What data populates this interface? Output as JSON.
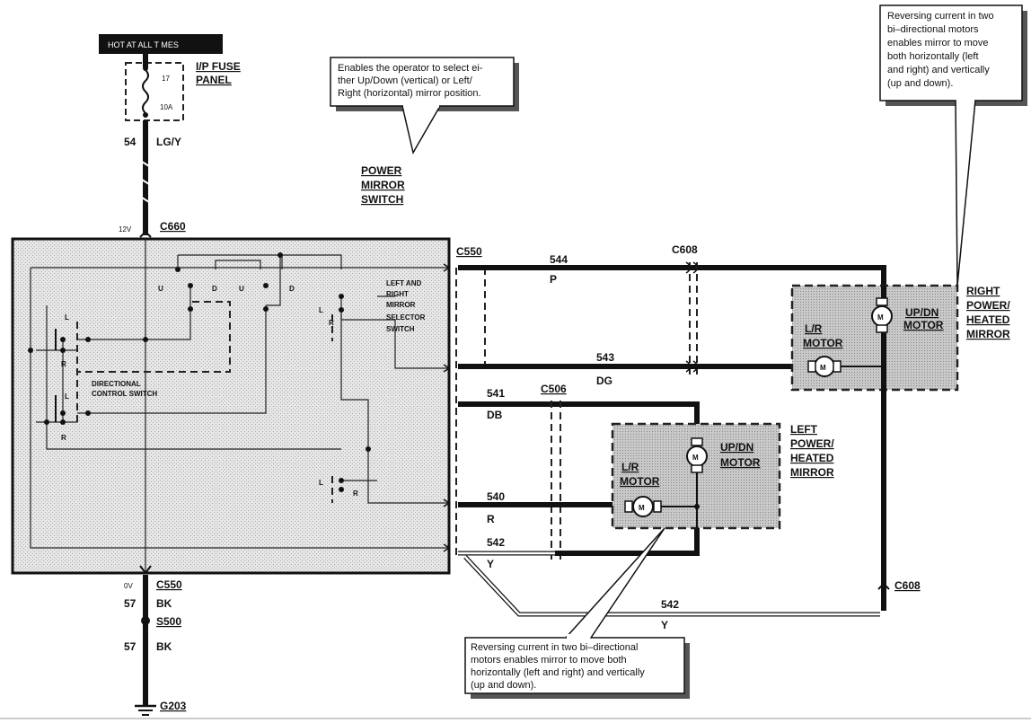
{
  "power_source": {
    "hot_at_all_times": "HOT AT ALL T MES"
  },
  "fuse_panel": {
    "label": "I/P FUSE PANEL",
    "fuse_number": "17",
    "fuse_rating": "10A"
  },
  "feed_wire": {
    "circuit": "54",
    "color": "LG/Y"
  },
  "connectors": {
    "c660": "C660",
    "c550_top": "C550",
    "c550_bottom": "C550",
    "c608_top": "C608",
    "c608_bottom": "C608",
    "c506": "C506",
    "s500": "S500",
    "g203": "G203"
  },
  "voltages": {
    "top": "12V",
    "bottom": "0V"
  },
  "ground_wires": [
    {
      "circuit": "57",
      "color": "BK"
    },
    {
      "circuit": "57",
      "color": "BK"
    }
  ],
  "switch_module": {
    "directional_control": "DIRECTIONAL CONTROL SWITCH",
    "selector": "LEFT AND RIGHT MIRROR SELECTOR SWITCH",
    "selector_lines": [
      "LEFT AND",
      "RIGHT",
      "MIRROR",
      "SELECTOR",
      "SWITCH"
    ],
    "terminal_labels": {
      "u": "U",
      "d": "D",
      "l": "L",
      "r": "R"
    }
  },
  "power_mirror_switch": {
    "lines": [
      "POWER",
      "MIRROR",
      "SWITCH"
    ]
  },
  "wires": [
    {
      "circuit": "544",
      "color": "P"
    },
    {
      "circuit": "543",
      "color": "DG"
    },
    {
      "circuit": "541",
      "color": "DB"
    },
    {
      "circuit": "540",
      "color": "R"
    },
    {
      "circuit": "542",
      "color": "Y"
    },
    {
      "circuit": "542",
      "color": "Y"
    }
  ],
  "right_mirror": {
    "title_lines": [
      "RIGHT",
      "POWER/",
      "HEATED",
      "MIRROR"
    ],
    "updn_lines": [
      "UP/DN",
      "MOTOR"
    ],
    "lr_lines": [
      "L/R",
      "MOTOR"
    ],
    "motor_symbol": "M"
  },
  "left_mirror": {
    "title_lines": [
      "LEFT",
      "POWER/",
      "HEATED",
      "MIRROR"
    ],
    "updn_lines": [
      "UP/DN",
      "MOTOR"
    ],
    "lr_lines": [
      "L/R",
      "MOTOR"
    ],
    "motor_symbol": "M"
  },
  "notes": {
    "switch_note": [
      "Enables the operator to select ei-",
      "ther Up/Down  (vertical)  or  Left/",
      "Right (horizontal) mirror position."
    ],
    "right_note": [
      "Reversing current in two",
      "bi–directional    motors",
      "enables mirror to move",
      "both  horizontally  (left",
      "and right) and vertically",
      "(up and down)."
    ],
    "bottom_note": [
      "Reversing current in two bi–directional",
      "motors  enables  mirror  to  move  both",
      "horizontally (left and right) and vertically",
      "(up and down)."
    ]
  }
}
